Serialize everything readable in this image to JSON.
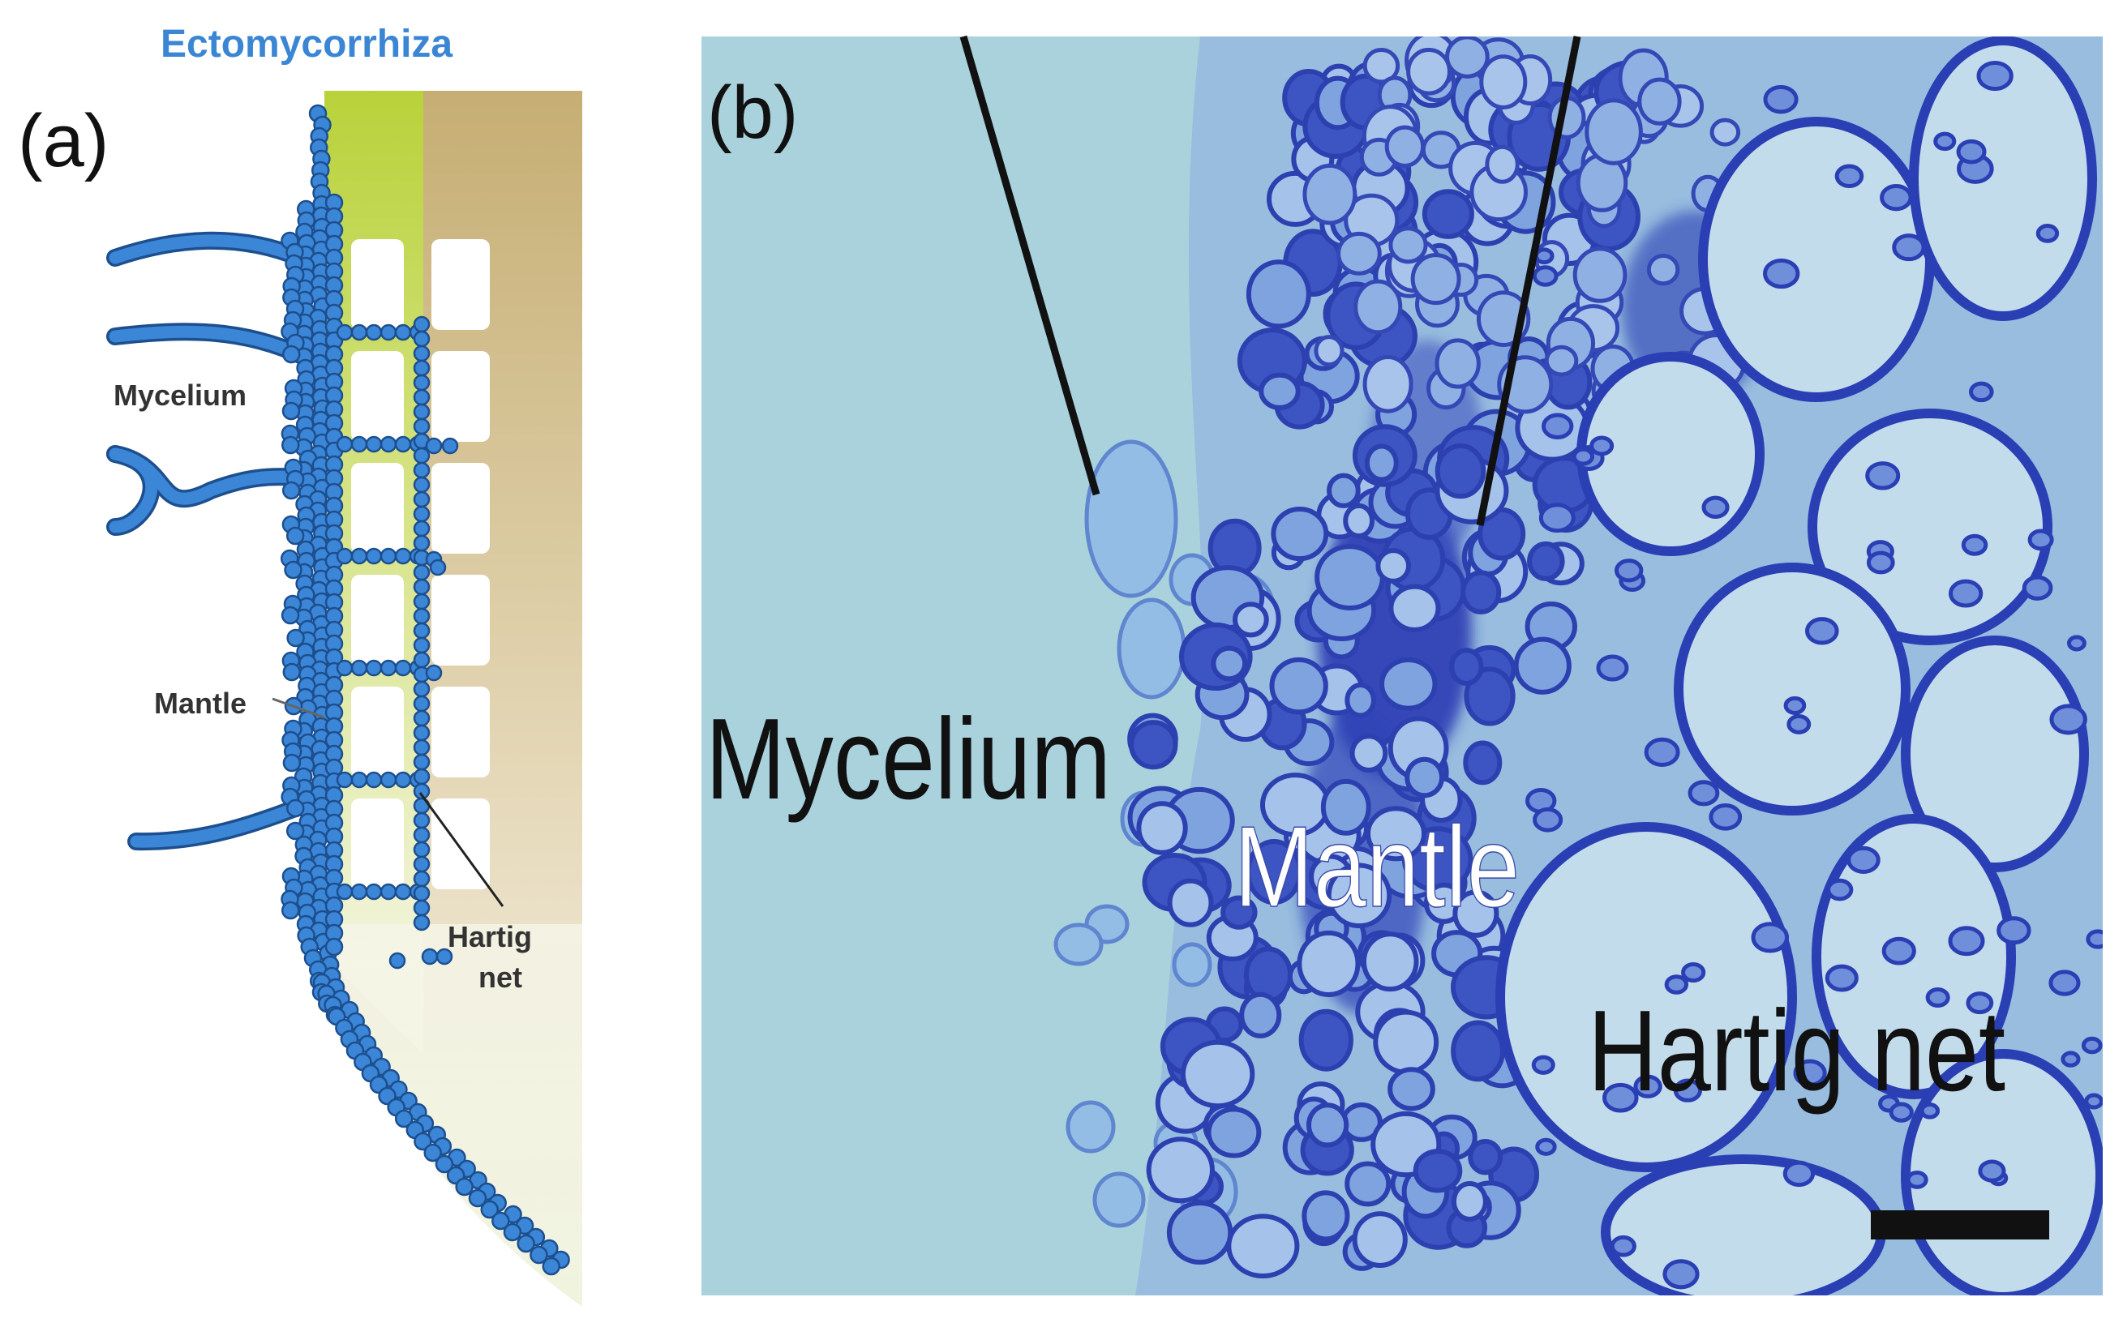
{
  "panel_a": {
    "letter": "(a)",
    "title": "Ectomycorrhiza",
    "labels": {
      "mycelium": "Mycelium",
      "mantle": "Mantle",
      "hartig_line1": "Hartig",
      "hartig_line2": "net"
    }
  },
  "panel_b": {
    "letter": "(b)",
    "labels": {
      "mycelium": "Mycelium",
      "mantle": "Mantle",
      "hartig_net": "Hartig net"
    }
  },
  "colors": {
    "hyphae": "#3b86d6",
    "hyphae_outline": "#1d4f8f",
    "title": "#3a86d5",
    "root_green": "#b9d23a",
    "root_tan": "#c6ae73",
    "micro_bg": "#a9d2dc",
    "stain_dark": "#1f2fa8",
    "stain_mid": "#4d6fd0",
    "stain_light": "#9ab8e6"
  }
}
